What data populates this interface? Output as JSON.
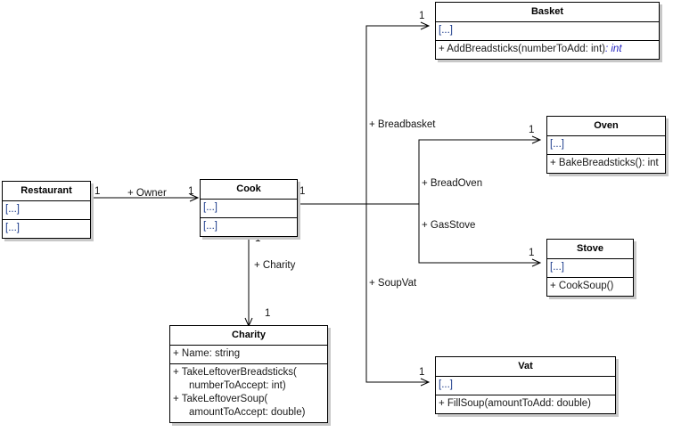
{
  "diagram": {
    "type": "uml-class-diagram",
    "background": "#ffffff",
    "line_color": "#000000",
    "shadow_color": "#c8c8c8",
    "ellipsis_text": "[...]"
  },
  "classes": {
    "restaurant": {
      "name": "Restaurant",
      "attributes": "[...]",
      "methods": "[...]"
    },
    "cook": {
      "name": "Cook",
      "attributes": "[...]",
      "methods": "[...]"
    },
    "basket": {
      "name": "Basket",
      "attributes": "[...]",
      "method_sig": "+ AddBreadsticks(numberToAdd: int)",
      "method_ret": ": int"
    },
    "oven": {
      "name": "Oven",
      "attributes": "[...]",
      "method_sig": "+ BakeBreadsticks(): int"
    },
    "stove": {
      "name": "Stove",
      "attributes": "[...]",
      "method_sig": "+ CookSoup()"
    },
    "vat": {
      "name": "Vat",
      "attributes": "[...]",
      "method_sig": "+ FillSoup(amountToAdd: double)"
    },
    "charity": {
      "name": "Charity",
      "attribute_name": "+ Name: string",
      "method_1_line_1": "+ TakeLeftoverBreadsticks(",
      "method_1_line_2": "numberToAccept: int)",
      "method_2_line_1": "+ TakeLeftoverSoup(",
      "method_2_line_2": "amountToAccept: double)"
    }
  },
  "associations": {
    "owner": {
      "label": "+ Owner",
      "source_mult": "1",
      "target_mult": "1"
    },
    "charity": {
      "label": "+ Charity",
      "source_mult": "1",
      "target_mult": "1"
    },
    "breadbasket": {
      "label": "+ Breadbasket",
      "source_mult": "1",
      "target_mult": "1"
    },
    "breadoven": {
      "label": "+ BreadOven",
      "target_mult": "1"
    },
    "gasstove": {
      "label": "+ GasStove",
      "target_mult": "1"
    },
    "soupvat": {
      "label": "+ SoupVat",
      "target_mult": "1"
    }
  }
}
